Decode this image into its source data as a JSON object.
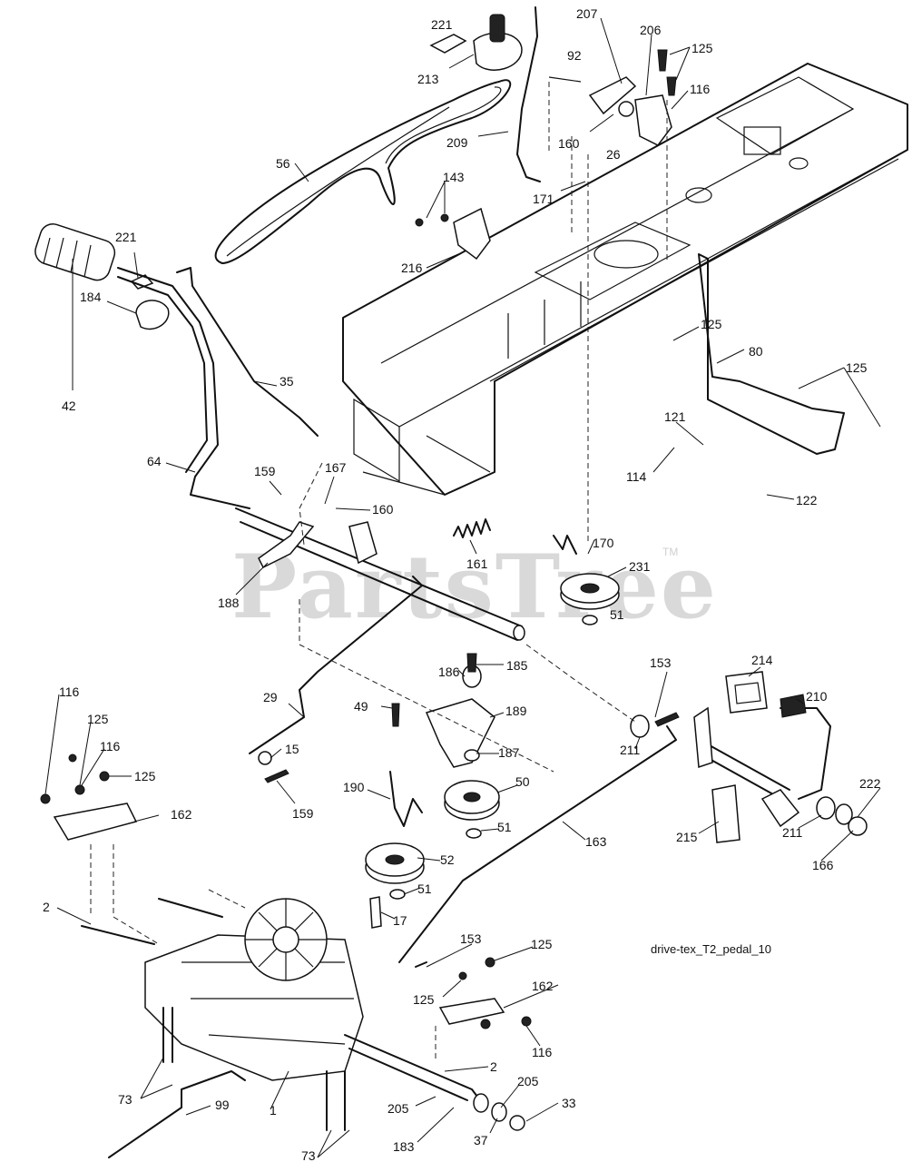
{
  "diagram": {
    "watermark": "PartsTree",
    "trademark": "TM",
    "caption": "drive-tex_T2_pedal_10",
    "callouts": [
      {
        "id": "c221a",
        "text": "221"
      },
      {
        "id": "c213",
        "text": "213"
      },
      {
        "id": "c207",
        "text": "207"
      },
      {
        "id": "c206",
        "text": "206"
      },
      {
        "id": "c125a",
        "text": "125"
      },
      {
        "id": "c92",
        "text": "92"
      },
      {
        "id": "c116a",
        "text": "116"
      },
      {
        "id": "c160a",
        "text": "160"
      },
      {
        "id": "c26",
        "text": "26"
      },
      {
        "id": "c209",
        "text": "209"
      },
      {
        "id": "c56",
        "text": "56"
      },
      {
        "id": "c171",
        "text": "171"
      },
      {
        "id": "c143",
        "text": "143"
      },
      {
        "id": "c221b",
        "text": "221"
      },
      {
        "id": "c216",
        "text": "216"
      },
      {
        "id": "c184",
        "text": "184"
      },
      {
        "id": "c42",
        "text": "42"
      },
      {
        "id": "c35",
        "text": "35"
      },
      {
        "id": "c125b",
        "text": "125"
      },
      {
        "id": "c80",
        "text": "80"
      },
      {
        "id": "c125c",
        "text": "125"
      },
      {
        "id": "c121",
        "text": "121"
      },
      {
        "id": "c114",
        "text": "114"
      },
      {
        "id": "c122",
        "text": "122"
      },
      {
        "id": "c64",
        "text": "64"
      },
      {
        "id": "c159a",
        "text": "159"
      },
      {
        "id": "c167",
        "text": "167"
      },
      {
        "id": "c160b",
        "text": "160"
      },
      {
        "id": "c161",
        "text": "161"
      },
      {
        "id": "c170",
        "text": "170"
      },
      {
        "id": "c231",
        "text": "231"
      },
      {
        "id": "c51a",
        "text": "51"
      },
      {
        "id": "c188",
        "text": "188"
      },
      {
        "id": "c186",
        "text": "186"
      },
      {
        "id": "c185",
        "text": "185"
      },
      {
        "id": "c153a",
        "text": "153"
      },
      {
        "id": "c214",
        "text": "214"
      },
      {
        "id": "c210",
        "text": "210"
      },
      {
        "id": "c116b",
        "text": "116"
      },
      {
        "id": "c125d",
        "text": "125"
      },
      {
        "id": "c29",
        "text": "29"
      },
      {
        "id": "c49",
        "text": "49"
      },
      {
        "id": "c189",
        "text": "189"
      },
      {
        "id": "c116c",
        "text": "116"
      },
      {
        "id": "c125e",
        "text": "125"
      },
      {
        "id": "c15",
        "text": "15"
      },
      {
        "id": "c211a",
        "text": "211"
      },
      {
        "id": "c187",
        "text": "187"
      },
      {
        "id": "c159b",
        "text": "159"
      },
      {
        "id": "c190",
        "text": "190"
      },
      {
        "id": "c50",
        "text": "50"
      },
      {
        "id": "c222",
        "text": "222"
      },
      {
        "id": "c162a",
        "text": "162"
      },
      {
        "id": "c51b",
        "text": "51"
      },
      {
        "id": "c163",
        "text": "163"
      },
      {
        "id": "c215",
        "text": "215"
      },
      {
        "id": "c211b",
        "text": "211"
      },
      {
        "id": "c166",
        "text": "166"
      },
      {
        "id": "c52",
        "text": "52"
      },
      {
        "id": "c51c",
        "text": "51"
      },
      {
        "id": "c2a",
        "text": "2"
      },
      {
        "id": "c17",
        "text": "17"
      },
      {
        "id": "c153b",
        "text": "153"
      },
      {
        "id": "c125f",
        "text": "125"
      },
      {
        "id": "c162b",
        "text": "162"
      },
      {
        "id": "c125g",
        "text": "125"
      },
      {
        "id": "c116d",
        "text": "116"
      },
      {
        "id": "c2b",
        "text": "2"
      },
      {
        "id": "c73a",
        "text": "73"
      },
      {
        "id": "c1",
        "text": "1"
      },
      {
        "id": "c205a",
        "text": "205"
      },
      {
        "id": "c205b",
        "text": "205"
      },
      {
        "id": "c99",
        "text": "99"
      },
      {
        "id": "c33",
        "text": "33"
      },
      {
        "id": "c37",
        "text": "37"
      },
      {
        "id": "c183",
        "text": "183"
      },
      {
        "id": "c73b",
        "text": "73"
      }
    ]
  }
}
